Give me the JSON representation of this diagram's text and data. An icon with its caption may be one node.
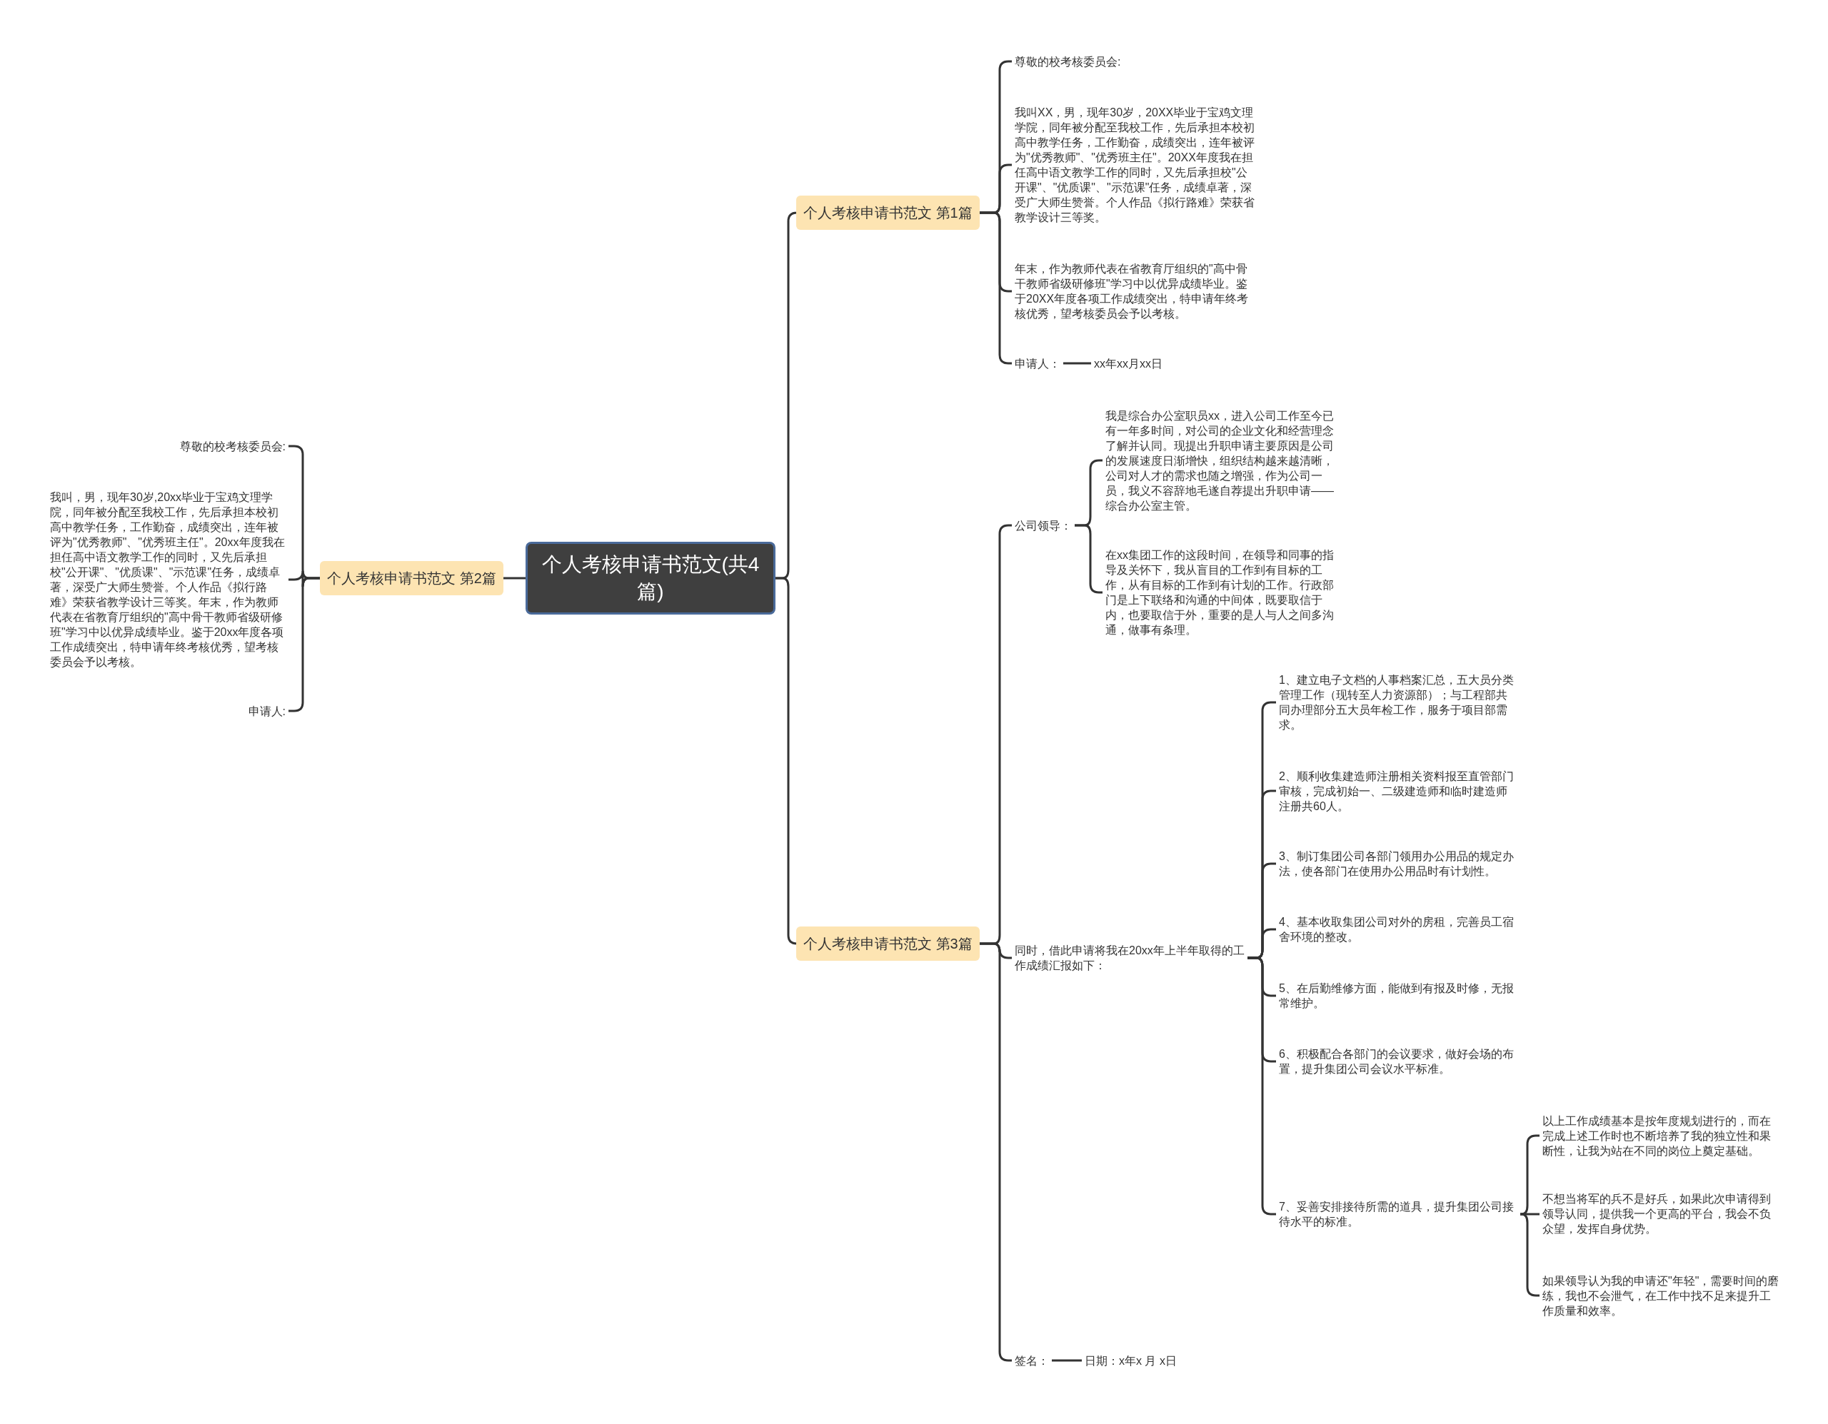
{
  "diagram": {
    "nodes": [
      {
        "text": [
          "个人考核申请书范文(共4篇)"
        ]
      },
      {
        "text": [
          "个人考核申请书范文 第1篇"
        ]
      },
      {
        "text": [
          "尊敬的校考核委员会:"
        ]
      },
      {
        "text": [
          "我叫XX，男，现年30岁，20XX毕业于宝鸡文理学院，同年被分配至我校工作，先后承担本校初高中教学任务，工作勤奋，成绩突出，连年被评为\"优秀教师\"、\"优秀班主任\"。20XX年度我在担任高中语文教学工作的同时，又先后承担校\"公开课\"、\"优质课\"、\"示范课\"任务，成绩卓著，深受广大师生赞誉。个人作品《拟行路难》荣获省教学设计三等奖。"
        ]
      },
      {
        "text": [
          "年末，作为教师代表在省教育厅组织的\"高中骨干教师省级研修班\"学习中以优异成绩毕业。鉴于20XX年度各项工作成绩突出，特申请年终考核优秀，望考核委员会予以考核。"
        ]
      },
      {
        "text": [
          "申请人："
        ]
      },
      {
        "text": [
          "xx年xx月xx日"
        ]
      },
      {
        "text": [
          "个人考核申请书范文 第2篇"
        ]
      },
      {
        "text": [
          "尊敬的校考核委员会:"
        ]
      },
      {
        "text": [
          "我叫，男，现年30岁,20xx毕业于宝鸡文理学院，同年被分配至我校工作，先后承担本校初高中教学任务，工作勤奋，成绩突出，连年被评为\"优秀教师\"、\"优秀班主任\"。20xx年度我在担任高中语文教学工作的同时，又先后承担校\"公开课\"、\"优质课\"、\"示范课\"任务，成绩卓著，深受广大师生赞誉。个人作品《拟行路难》荣获省教学设计三等奖。年末，作为教师代表在省教育厅组织的\"高中骨干教师省级研修班\"学习中以优异成绩毕业。鉴于20xx年度各项工作成绩突出，特申请年终考核优秀，望考核委员会予以考核。"
        ]
      },
      {
        "text": [
          "申请人:"
        ]
      },
      {
        "text": [
          "个人考核申请书范文 第3篇"
        ]
      },
      {
        "text": [
          "公司领导："
        ]
      },
      {
        "text": [
          "我是综合办公室职员xx，进入公司工作至今已有一年多时间，对公司的企业文化和经营理念了解并认同。现提出升职申请主要原因是公司的发展速度日渐增快，组织结构越来越清晰，公司对人才的需求也随之增强，作为公司一员，我义不容辞地毛遂自荐提出升职申请——综合办公室主管。"
        ]
      },
      {
        "text": [
          "在xx集团工作的这段时间，在领导和同事的指导及关怀下，我从盲目的工作到有目标的工作，从有目标的工作到有计划的工作。行政部门是上下联络和沟通的中间体，既要取信于内，也要取信于外，重要的是人与人之间多沟通，做事有条理。"
        ]
      },
      {
        "text": [
          "同时，借此申请将我在20xx年上半年取得的工作成绩汇报如下："
        ]
      },
      {
        "text": [
          "1、建立电子文档的人事档案汇总，五大员分类管理工作（现转至人力资源部）；与工程部共同办理部分五大员年检工作，服务于项目部需求。"
        ]
      },
      {
        "text": [
          "2、顺利收集建造师注册相关资料报至直管部门审核，完成初始一、二级建造师和临时建造师注册共60人。"
        ]
      },
      {
        "text": [
          "3、制订集团公司各部门领用办公用品的规定办法，使各部门在使用办公用品时有计划性。"
        ]
      },
      {
        "text": [
          "4、基本收取集团公司对外的房租，完善员工宿舍环境的整改。"
        ]
      },
      {
        "text": [
          "5、在后勤维修方面，能做到有报及时修，无报常维护。"
        ]
      },
      {
        "text": [
          "6、积极配合各部门的会议要求，做好会场的布置，提升集团公司会议水平标准。"
        ]
      },
      {
        "text": [
          "7、妥善安排接待所需的道具，提升集团公司接待水平的标准。"
        ]
      },
      {
        "text": [
          "以上工作成绩基本是按年度规划进行的，而在完成上述工作时也不断培养了我的独立性和果断性，让我为站在不同的岗位上奠定基础。"
        ]
      },
      {
        "text": [
          "不想当将军的兵不是好兵，如果此次申请得到领导认同，提供我一个更高的平台，我会不负众望，发挥自身优势。"
        ]
      },
      {
        "text": [
          "如果领导认为我的申请还\"年轻\"，需要时间的磨练，我也不会泄气，在工作中找不足来提升工作质量和效率。"
        ]
      },
      {
        "text": [
          "签名："
        ]
      },
      {
        "text": [
          "日期：x年x 月 x日"
        ]
      }
    ],
    "edges": [
      {
        "from": 0,
        "to": 1,
        "arrow": "none"
      },
      {
        "from": 1,
        "to": 2,
        "arrow": "none"
      },
      {
        "from": 1,
        "to": 3,
        "arrow": "none"
      },
      {
        "from": 1,
        "to": 4,
        "arrow": "none"
      },
      {
        "from": 1,
        "to": 5,
        "arrow": "none"
      },
      {
        "from": 5,
        "to": 6,
        "arrow": "none"
      },
      {
        "from": 0,
        "to": 7,
        "arrow": "none"
      },
      {
        "from": 7,
        "to": 8,
        "arrow": "none"
      },
      {
        "from": 7,
        "to": 9,
        "arrow": "none"
      },
      {
        "from": 7,
        "to": 10,
        "arrow": "none"
      },
      {
        "from": 0,
        "to": 11,
        "arrow": "none"
      },
      {
        "from": 11,
        "to": 12,
        "arrow": "none"
      },
      {
        "from": 12,
        "to": 13,
        "arrow": "none"
      },
      {
        "from": 12,
        "to": 14,
        "arrow": "none"
      },
      {
        "from": 11,
        "to": 15,
        "arrow": "none"
      },
      {
        "from": 15,
        "to": 16,
        "arrow": "none"
      },
      {
        "from": 15,
        "to": 17,
        "arrow": "none"
      },
      {
        "from": 15,
        "to": 18,
        "arrow": "none"
      },
      {
        "from": 15,
        "to": 19,
        "arrow": "none"
      },
      {
        "from": 15,
        "to": 20,
        "arrow": "none"
      },
      {
        "from": 15,
        "to": 21,
        "arrow": "none"
      },
      {
        "from": 15,
        "to": 22,
        "arrow": "none"
      },
      {
        "from": 22,
        "to": 23,
        "arrow": "none"
      },
      {
        "from": 22,
        "to": 24,
        "arrow": "none"
      },
      {
        "from": 22,
        "to": 25,
        "arrow": "none"
      },
      {
        "from": 11,
        "to": 26,
        "arrow": "none"
      },
      {
        "from": 26,
        "to": 27,
        "arrow": "none"
      }
    ]
  }
}
